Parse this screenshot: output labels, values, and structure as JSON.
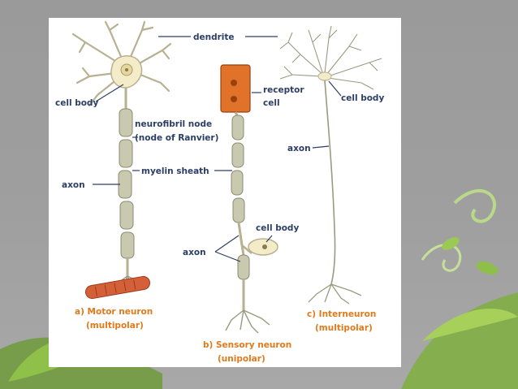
{
  "labels": {
    "dendrite": "dendrite",
    "cell_body_motor": "cell body",
    "neurofibril_node_line1": "neurofibril node",
    "neurofibril_node_line2": "(node of Ranvier)",
    "myelin_sheath": "myelin sheath",
    "axon_motor": "axon",
    "receptor_cell_line1": "receptor",
    "receptor_cell_line2": "cell",
    "cell_body_inter": "cell body",
    "axon_inter": "axon",
    "cell_body_sensory": "cell body",
    "axon_sensory": "axon"
  },
  "captions": {
    "motor_line1": "a) Motor neuron",
    "motor_line2": "(multipolar)",
    "sensory_line1": "b) Sensory neuron",
    "sensory_line2": "(unipolar)",
    "inter_line1": "c) Interneuron",
    "inter_line2": "(multipolar)"
  },
  "colors": {
    "label": "#2c3e66",
    "caption": "#e07a1a",
    "myelin": "#c9c9b0",
    "receptor": "#e0722a",
    "muscle": "#d4603a",
    "soma": "#f4ecc8"
  }
}
